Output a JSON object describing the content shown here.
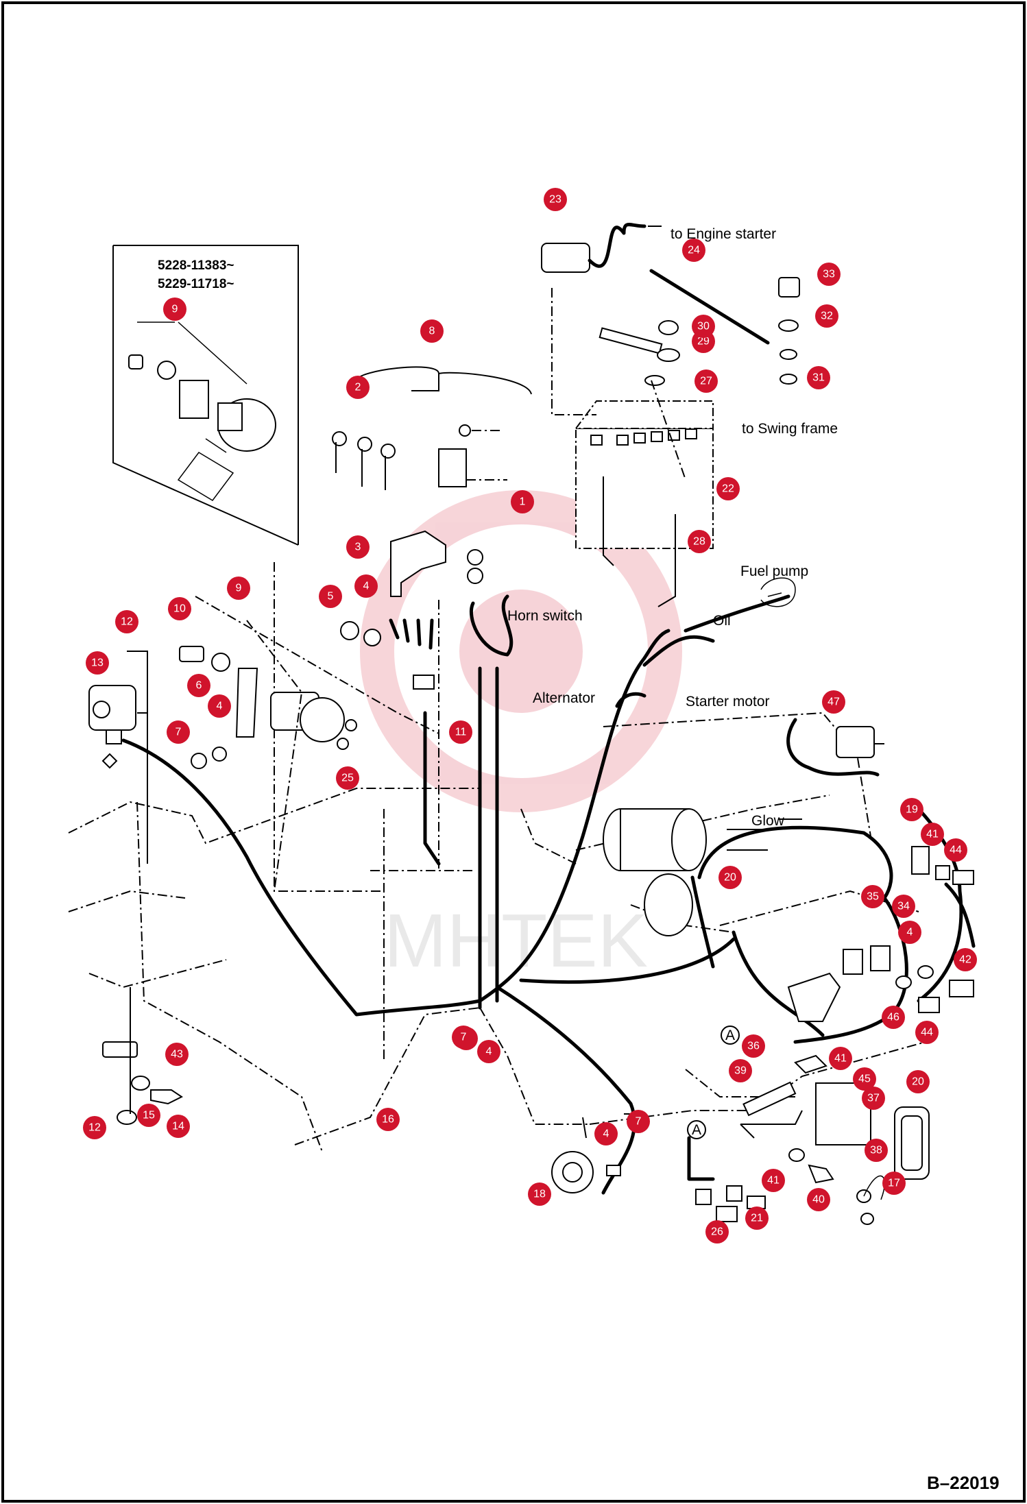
{
  "diagram": {
    "drawing_code": "B–22019",
    "watermark_text": "MHTEK",
    "accent_color": "#d0142c",
    "inset": {
      "serial_line_1": "5228-11383~",
      "serial_line_2": "5229-11718~"
    },
    "labels": {
      "engine_starter": "to Engine starter",
      "swing_frame": "to Swing frame",
      "fuel_pump": "Fuel pump",
      "horn_switch": "Horn switch",
      "oil": "Oil",
      "alternator": "Alternator",
      "starter_motor": "Starter motor",
      "glow": "Glow",
      "connector_a": "A"
    },
    "callouts": [
      "1",
      "2",
      "3",
      "4",
      "5",
      "6",
      "7",
      "8",
      "9",
      "10",
      "11",
      "12",
      "13",
      "14",
      "15",
      "16",
      "17",
      "18",
      "19",
      "20",
      "21",
      "22",
      "23",
      "24",
      "25",
      "26",
      "27",
      "28",
      "29",
      "30",
      "31",
      "32",
      "33",
      "34",
      "35",
      "36",
      "37",
      "38",
      "39",
      "40",
      "41",
      "42",
      "43",
      "44",
      "45",
      "46",
      "47"
    ]
  }
}
